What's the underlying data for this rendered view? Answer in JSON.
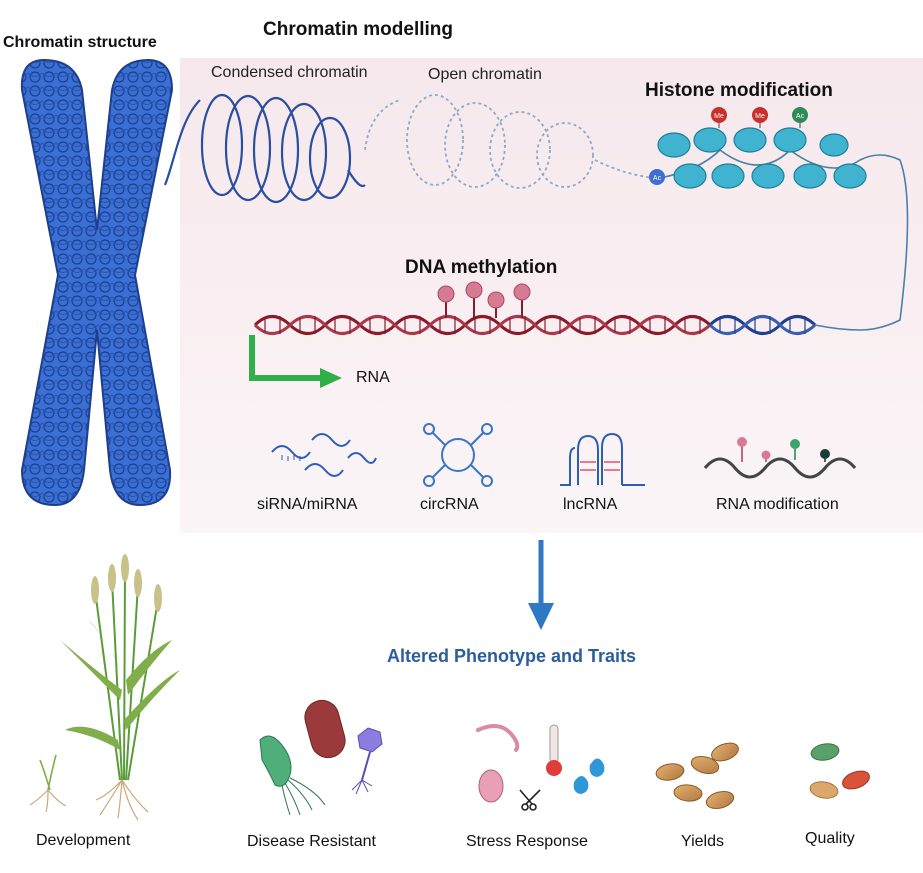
{
  "header": {
    "chromatin_structure": "Chromatin structure",
    "chromatin_modelling": "Chromatin modelling"
  },
  "chromatin": {
    "condensed": "Condensed chromatin",
    "open": "Open chromatin",
    "histone_title": "Histone modification",
    "marks": [
      "Me",
      "Me",
      "Ac",
      "Ac"
    ]
  },
  "dna": {
    "methylation_title": "DNA methylation",
    "rna_label": "RNA"
  },
  "rna_types": [
    "siRNA/miRNA",
    "circRNA",
    "lncRNA",
    "RNA modification"
  ],
  "outcome": {
    "title": "Altered Phenotype and Traits"
  },
  "traits": [
    "Development",
    "Disease Resistant",
    "Stress Response",
    "Yields",
    "Quality"
  ],
  "colors": {
    "chromosome": "#3a6fd6",
    "nucleosome": "#3fb3cf",
    "dna_red": "#8b1a2b",
    "dna_blue": "#1f3f8f",
    "methyl": "#d77a93",
    "arrow_green": "#2fae4a",
    "arrow_blue": "#2f79c4",
    "title_blue": "#2a5d9c"
  }
}
